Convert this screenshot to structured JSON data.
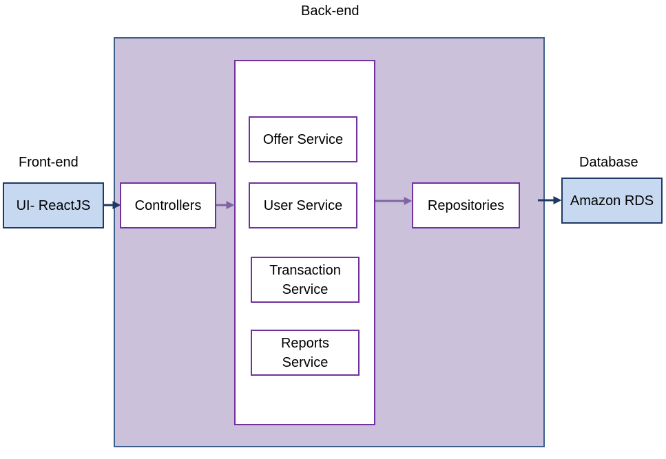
{
  "labels": {
    "backend": "Back-end",
    "frontend": "Front-end",
    "database": "Database"
  },
  "nodes": {
    "ui": "UI- ReactJS",
    "controllers": "Controllers",
    "offer_service": "Offer Service",
    "user_service": "User Service",
    "transaction_service_line1": "Transaction",
    "transaction_service_line2": "Service",
    "reports_service_line1": "Reports",
    "reports_service_line2": "Service",
    "repositories": "Repositories",
    "amazon_rds": "Amazon RDS"
  },
  "colors": {
    "backend_fill": "#ccc1da",
    "backend_border": "#3b5f8a",
    "box_border": "#7030a0",
    "blue_fill": "#c6d9f1",
    "blue_border": "#1f3864",
    "dark_arrow": "#1f3864",
    "light_arrow": "#8064a2"
  }
}
